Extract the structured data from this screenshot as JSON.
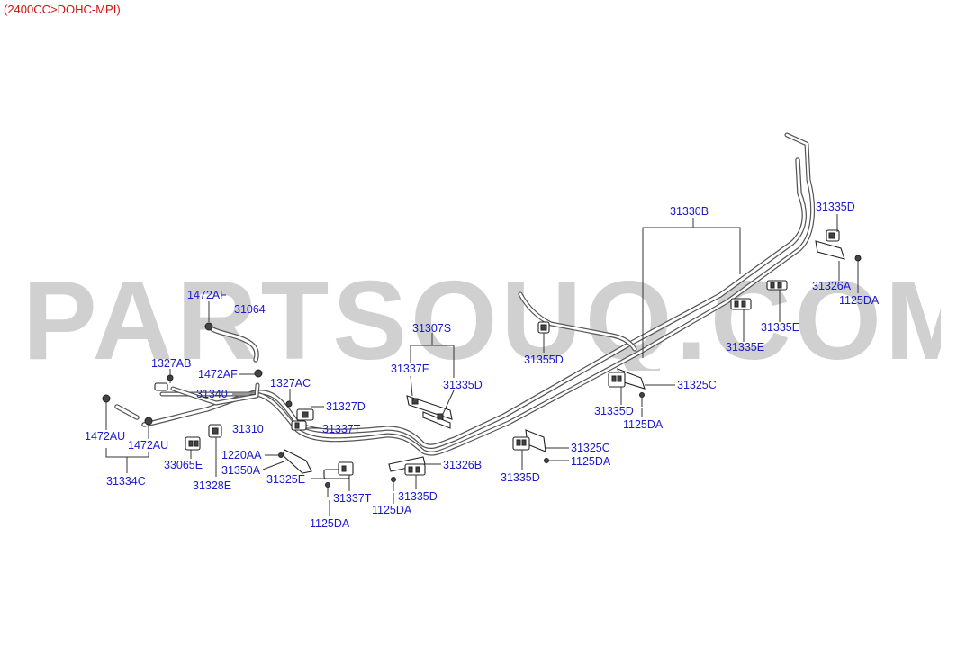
{
  "header": {
    "engine_label": "(2400CC>DOHC-MPI)"
  },
  "watermark": {
    "text": "PARTSOUQ.COM"
  },
  "colors": {
    "label": "#1a1acc",
    "header": "#d11111",
    "watermark": "#c8c8c8",
    "line": "#333333"
  },
  "callouts": {
    "c31330B": "31330B",
    "c31335D_a": "31335D",
    "c31326A": "31326A",
    "c1125DA_a": "1125DA",
    "c31335E_a": "31335E",
    "c31335E_b": "31335E",
    "c1472AF_a": "1472AF",
    "c31064": "31064",
    "c31307S": "31307S",
    "c31337F": "31337F",
    "c31335D_b": "31335D",
    "c31355D": "31355D",
    "c1327AB": "1327AB",
    "c1472AF_b": "1472AF",
    "c1327AC": "1327AC",
    "c31340": "31340",
    "c31327D": "31327D",
    "c31310": "31310",
    "c31337T_a": "31337T",
    "c1472AU_a": "1472AU",
    "c1472AU_b": "1472AU",
    "c33065E": "33065E",
    "c1220AA": "1220AA",
    "c31350A": "31350A",
    "c31328E": "31328E",
    "c31325E": "31325E",
    "c31334C": "31334C",
    "c31337T_b": "31337T",
    "c1125DA_b": "1125DA",
    "c31326B": "31326B",
    "c31335D_c": "31335D",
    "c1125DA_c": "1125DA",
    "c31335D_d": "31335D",
    "c31325C_a": "31325C",
    "c1125DA_d": "1125DA",
    "c31325C_b": "31325C",
    "c1125DA_e": "1125DA",
    "c31335D_e": "31335D"
  }
}
